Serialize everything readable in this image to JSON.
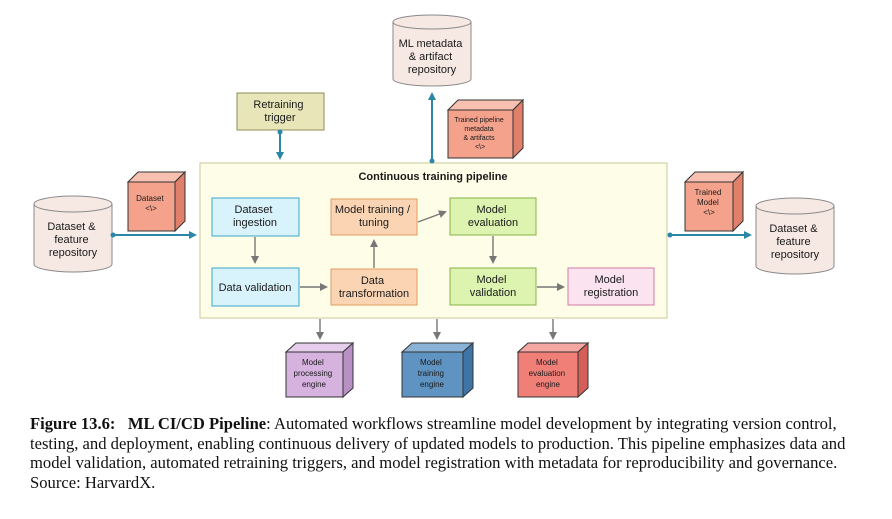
{
  "diagram": {
    "pipeline_title": "Continuous training pipeline",
    "nodes": {
      "ml_metadata_repo": [
        "ML metadata",
        "& artifact",
        "repository"
      ],
      "retraining_trigger": [
        "Retraining",
        "trigger"
      ],
      "trained_pipeline_artifacts": [
        "Trained pipeline",
        "metadata",
        "& artifacts",
        "<\\>"
      ],
      "dataset_artifact": [
        "Dataset",
        "<\\>"
      ],
      "dataset_repo_left": [
        "Dataset &",
        "feature",
        "repository"
      ],
      "dataset_ingestion": [
        "Dataset",
        "ingestion"
      ],
      "data_validation": [
        "Data validation"
      ],
      "model_training_tuning": [
        "Model training /",
        "tuning"
      ],
      "data_transformation": [
        "Data",
        "transformation"
      ],
      "model_evaluation": [
        "Model",
        "evaluation"
      ],
      "model_validation": [
        "Model",
        "validation"
      ],
      "model_registration": [
        "Model",
        "registration"
      ],
      "trained_model_artifact": [
        "Trained",
        "Model",
        "<\\>"
      ],
      "dataset_repo_right": [
        "Dataset &",
        "feature",
        "repository"
      ],
      "model_processing_engine": [
        "Model",
        "processing",
        "engine"
      ],
      "model_training_engine": [
        "Model",
        "training",
        "engine"
      ],
      "model_evaluation_engine": [
        "Model",
        "evaluation",
        "engine"
      ]
    }
  },
  "caption": {
    "label": "Figure 13.6:",
    "title": "ML CI/CD Pipeline",
    "text": ": Automated workflows streamline model development by integrating version control, testing, and deployment, enabling continuous delivery of updated models to production. This pipeline emphasizes data and model validation, automated retraining triggers, and model registration with metadata for reproducibility and governance. Source: HarvardX."
  }
}
